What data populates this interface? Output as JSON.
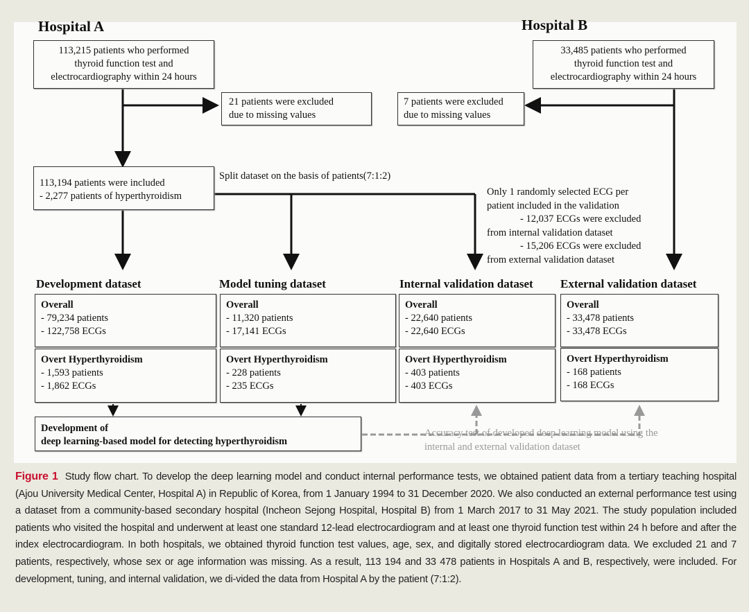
{
  "hospital_a": {
    "title": "Hospital A",
    "initial": [
      "113,215 patients who performed",
      "thyroid function test and",
      "electrocardiography within 24 hours"
    ],
    "excluded": [
      "21 patients were excluded",
      "due to missing values"
    ],
    "included": [
      "113,194 patients were included",
      "- 2,277 patients of hyperthyroidism"
    ],
    "split_label": "Split dataset on the basis of patients(7:1:2)"
  },
  "hospital_b": {
    "title": "Hospital B",
    "initial": [
      "33,485 patients who performed",
      "thyroid function test and",
      "electrocardiography within 24 hours"
    ],
    "excluded": [
      "7 patients were excluded",
      "due to missing values"
    ]
  },
  "validation_note": [
    "Only 1 randomly selected ECG per",
    "patient included in the validation",
    "- 12,037 ECGs were excluded",
    "from internal validation dataset",
    "- 15,206 ECGs were excluded",
    "from external validation dataset"
  ],
  "datasets": [
    {
      "title": "Development dataset",
      "overall_label": "Overall",
      "overall": [
        "- 79,234 patients",
        "- 122,758 ECGs"
      ],
      "hyper_label": "Overt Hyperthyroidism",
      "hyper": [
        "- 1,593 patients",
        "- 1,862 ECGs"
      ]
    },
    {
      "title": "Model tuning dataset",
      "overall_label": "Overall",
      "overall": [
        "- 11,320 patients",
        "- 17,141 ECGs"
      ],
      "hyper_label": "Overt Hyperthyroidism",
      "hyper": [
        "- 228 patients",
        "- 235 ECGs"
      ]
    },
    {
      "title": "Internal validation dataset",
      "overall_label": "Overall",
      "overall": [
        "- 22,640 patients",
        "- 22,640 ECGs"
      ],
      "hyper_label": "Overt Hyperthyroidism",
      "hyper": [
        "- 403 patients",
        "- 403 ECGs"
      ]
    },
    {
      "title": "External validation dataset",
      "overall_label": "Overall",
      "overall": [
        "- 33,478 patients",
        "- 33,478 ECGs"
      ],
      "hyper_label": "Overt Hyperthyroidism",
      "hyper": [
        "- 168 patients",
        "- 168 ECGs"
      ]
    }
  ],
  "model_box": [
    "Development of",
    "deep learning-based model for detecting hyperthyroidism"
  ],
  "accuracy_note": [
    "Accuracy test of developed deep learning model using the",
    "internal and external validation dataset"
  ],
  "caption": {
    "label": "Figure 1",
    "text": "Study flow chart. To develop the deep learning model and conduct internal performance tests, we obtained patient data from a tertiary teaching hospital (Ajou University Medical Center, Hospital A) in Republic of Korea, from 1 January 1994 to 31 December 2020. We also conducted an external performance test using a dataset from a community-based secondary hospital (Incheon Sejong Hospital, Hospital B) from 1 March 2017 to 31 May 2021. The study population included patients who visited the hospital and underwent at least one standard 12-lead electrocardiogram and at least one thyroid function test within 24 h before and after the index electrocardiogram. In both hospitals, we obtained thyroid function test values, age, sex, and digitally stored electrocardiogram data. We excluded 21 and 7 patients, respectively, whose sex or age information was missing. As a result, 113 194 and 33 478 patients in Hospitals A and B, respectively, were included. For development, tuning, and internal validation, we di-vided the data from Hospital A by the patient (7:1:2)."
  },
  "colors": {
    "accent": "#c8102e",
    "background": "#ebeae1",
    "dashed_gray": "#999999"
  }
}
